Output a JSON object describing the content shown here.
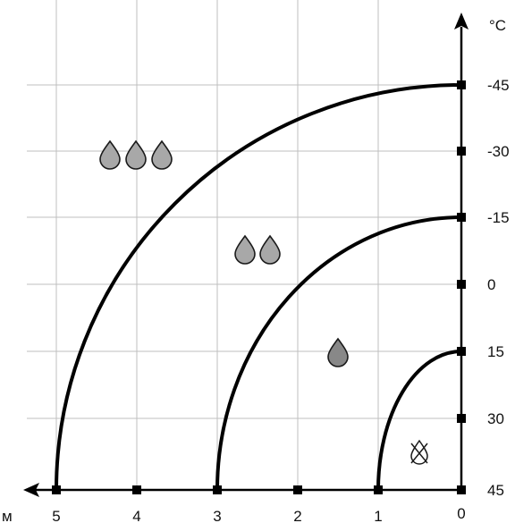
{
  "diagram": {
    "x_axis": {
      "unit_label": "м",
      "ticks": [
        "5",
        "4",
        "3",
        "2",
        "1",
        "0"
      ]
    },
    "y_axis": {
      "unit_label": "°C",
      "ticks": [
        "-45",
        "-30",
        "-15",
        "0",
        "15",
        "30",
        "45"
      ]
    },
    "zones": [
      {
        "icon": "three-drops-icon",
        "drops": 3
      },
      {
        "icon": "two-drops-icon",
        "drops": 2
      },
      {
        "icon": "one-drop-icon",
        "drops": 1
      },
      {
        "icon": "no-drop-icon",
        "drops": 0
      }
    ],
    "colors": {
      "line": "#000000",
      "grid": "#bfbfbf",
      "drop_fill": "#a8a8a8"
    }
  }
}
